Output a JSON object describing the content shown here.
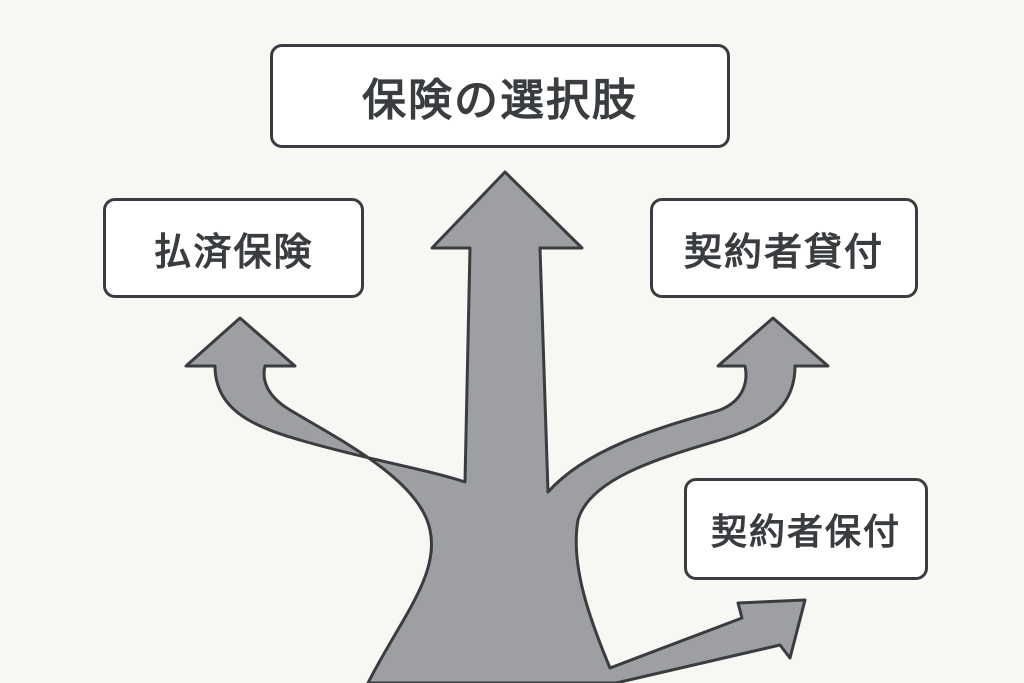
{
  "title": "保険の選択肢",
  "options": [
    {
      "label": "払済保険"
    },
    {
      "label": "契約者貸付"
    },
    {
      "label": "契約者保付"
    }
  ],
  "colors": {
    "background": "#f8f7f4",
    "arrow_fill": "#9d9fa2",
    "outline": "#3a3d40",
    "box_fill": "#ffffff"
  }
}
